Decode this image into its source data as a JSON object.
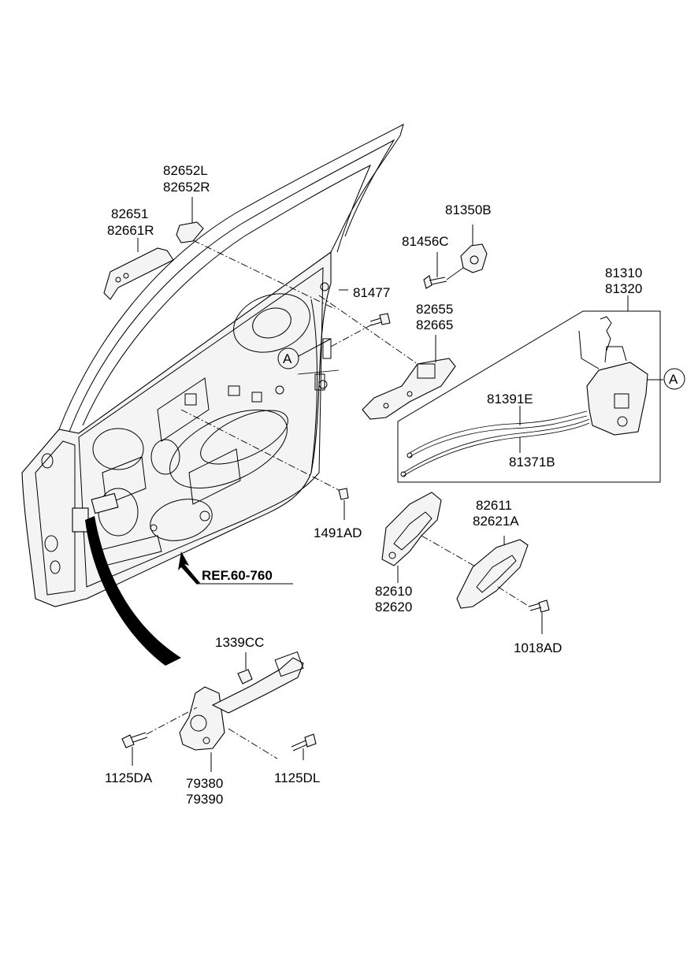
{
  "labels": {
    "p82652": [
      "82652L",
      "82652R"
    ],
    "p82651": [
      "82651",
      "82661R"
    ],
    "p81350B": "81350B",
    "p81456C": "81456C",
    "p81477": "81477",
    "p82655": [
      "82655",
      "82665"
    ],
    "p81310": [
      "81310",
      "81320"
    ],
    "p81391E": "81391E",
    "p81371B": "81371B",
    "p1491AD": "1491AD",
    "p82611": [
      "82611",
      "82621A"
    ],
    "p82610": [
      "82610",
      "82620"
    ],
    "p1018AD": "1018AD",
    "ref": "REF.60-760",
    "p1339CC": "1339CC",
    "p1125DA": "1125DA",
    "p79380": [
      "79380",
      "79390"
    ],
    "p1125DL": "1125DL",
    "callout_a1": "A",
    "callout_a2": "A"
  }
}
